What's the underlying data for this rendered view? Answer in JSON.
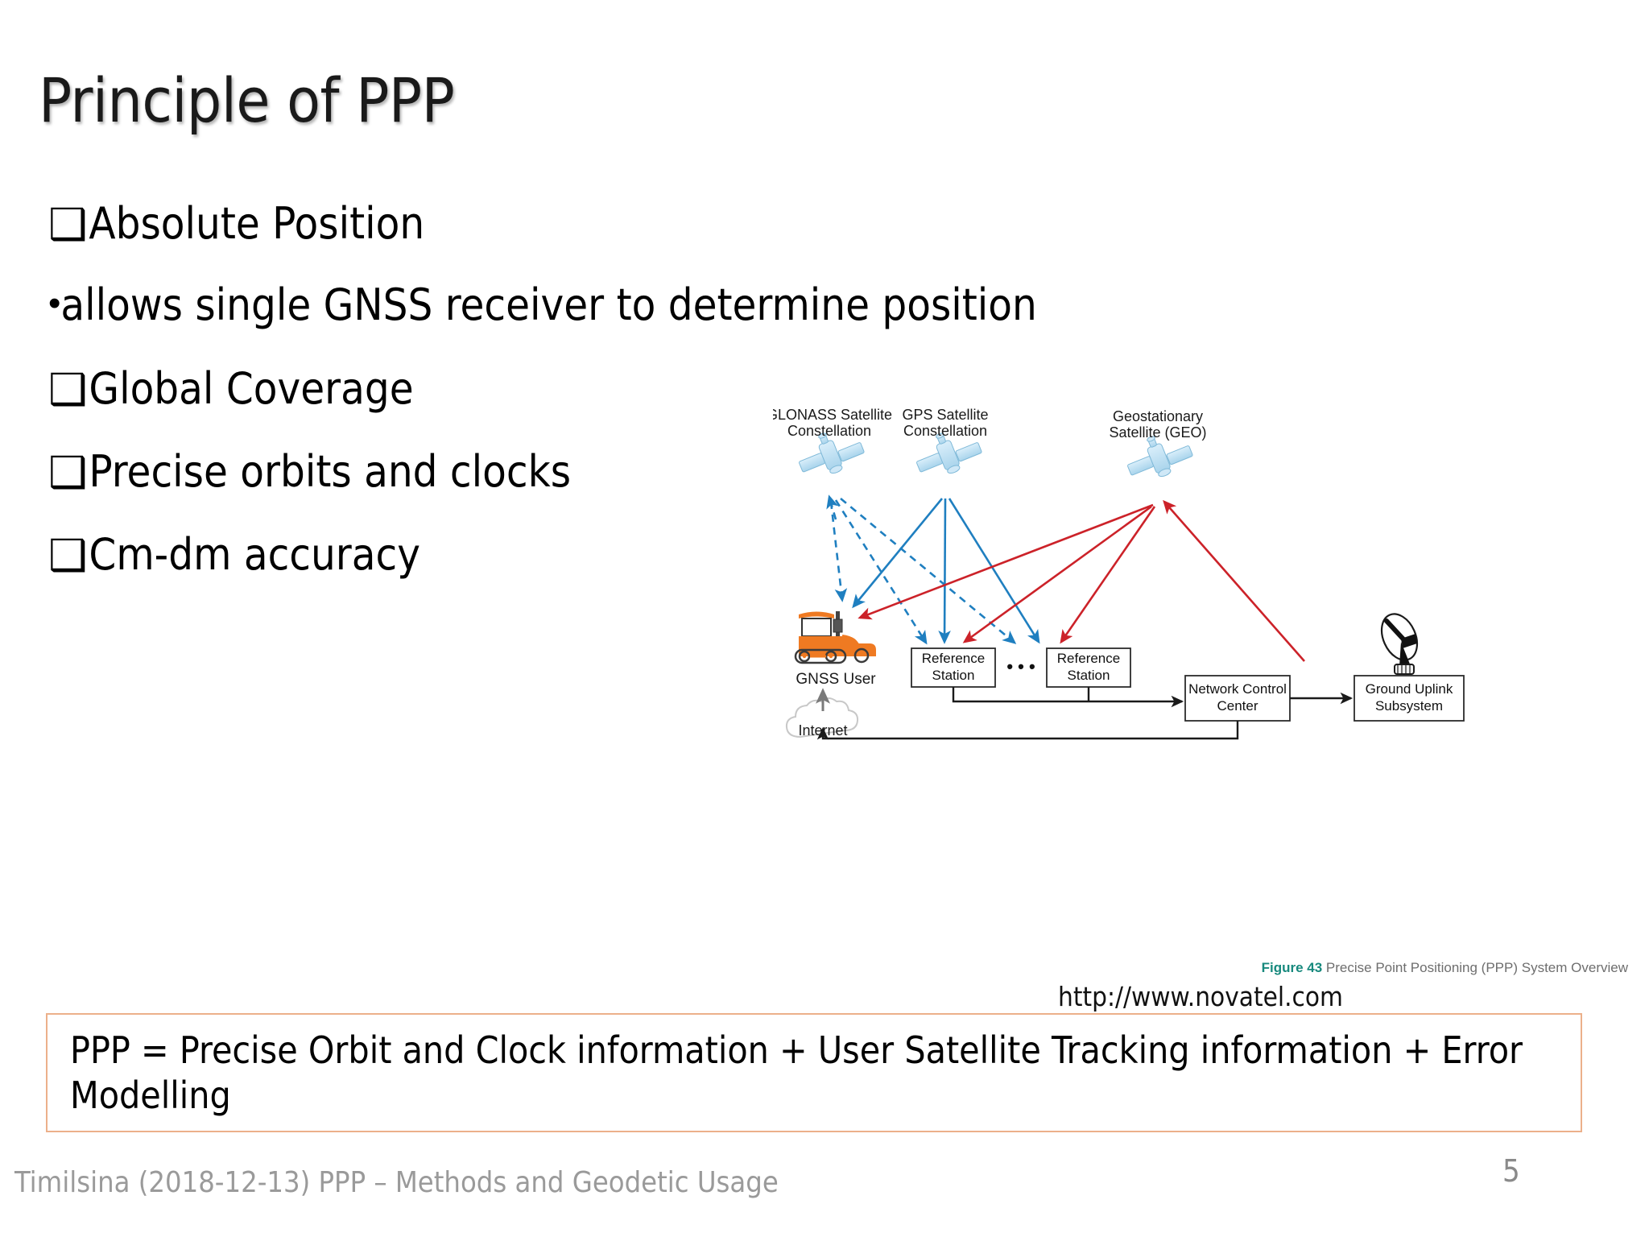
{
  "slide": {
    "title": "Principle of PPP",
    "page_number": "5",
    "footer": "Timilsina (2018-12-13) PPP – Methods and Geodetic Usage"
  },
  "bullets": [
    {
      "marker": "❑",
      "level": 1,
      "text": "Absolute Position"
    },
    {
      "marker": "•",
      "level": 2,
      "text": "allows single GNSS receiver to determine position"
    },
    {
      "marker": "❑",
      "level": 1,
      "text": "Global Coverage"
    },
    {
      "marker": "❑",
      "level": 1,
      "text": "Precise orbits and clocks"
    },
    {
      "marker": "❑",
      "level": 1,
      "text": "Cm-dm accuracy"
    }
  ],
  "figure": {
    "caption_number": "Figure 43",
    "caption_text": " Precise Point Positioning (PPP) System Overview",
    "url": "http://www.novatel.com",
    "labels": {
      "glonass": "GLONASS Satellite",
      "glonass2": "Constellation",
      "gps": "GPS Satellite",
      "gps2": "Constellation",
      "geo": "Geostationary",
      "geo2": "Satellite (GEO)",
      "gnss_user": "GNSS User",
      "internet": "Internet",
      "ref_station_1a": "Reference",
      "ref_station_1b": "Station",
      "ellipsis": "• • •",
      "ref_station_2a": "Reference",
      "ref_station_2b": "Station",
      "ncc_a": "Network Control",
      "ncc_b": "Center",
      "gus_a": "Ground Uplink",
      "gus_b": "Subsystem"
    },
    "colors": {
      "glonass_link": "#1f7fc0",
      "gps_link": "#1f7fc0",
      "geo_link": "#cc2229",
      "satellite_body": "#bfe0f2",
      "tractor": "#ef7a22",
      "caption_accent": "#17897d"
    }
  },
  "callout": {
    "text": "PPP  = Precise Orbit and Clock information + User Satellite Tracking information + Error Modelling",
    "border_color": "#ecb08a"
  }
}
